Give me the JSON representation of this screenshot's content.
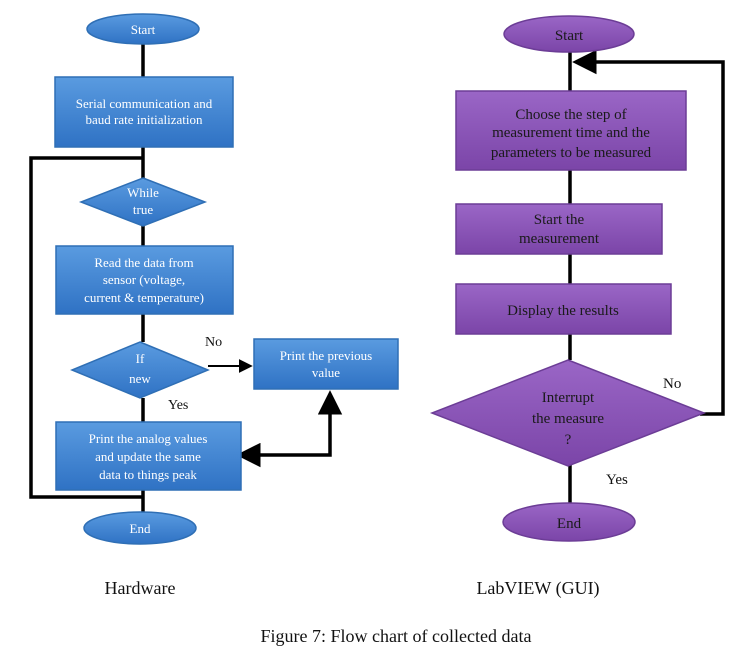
{
  "colors": {
    "blue_fill": "#3d85d6",
    "blue_stroke": "#2f6fb5",
    "purple_fill": "#8a54b8",
    "purple_stroke": "#6c3d96",
    "line": "#000000"
  },
  "hardware": {
    "title": "Hardware",
    "start": "Start",
    "init": [
      "Serial communication and",
      "baud rate initialization"
    ],
    "loop": [
      "While",
      "true"
    ],
    "read": [
      "Read the data from",
      "sensor (voltage,",
      "current & temperature)"
    ],
    "decision": [
      "If",
      "new"
    ],
    "no_label": "No",
    "yes_label": "Yes",
    "print_prev": [
      "Print the previous",
      "value"
    ],
    "print_vals": [
      "Print the analog values",
      "and update the same",
      "data to things peak"
    ],
    "end": "End"
  },
  "labview": {
    "title": "LabVIEW (GUI)",
    "start": "Start",
    "choose": [
      "Choose the step of",
      "measurement time and the",
      "parameters to be measured"
    ],
    "start_meas": [
      "Start the",
      "measurement"
    ],
    "display": "Display the results",
    "interrupt": [
      "Interrupt",
      "the measure",
      "?"
    ],
    "no_label": "No",
    "yes_label": "Yes",
    "end": "End"
  },
  "caption": "Figure 7: Flow chart of collected data"
}
